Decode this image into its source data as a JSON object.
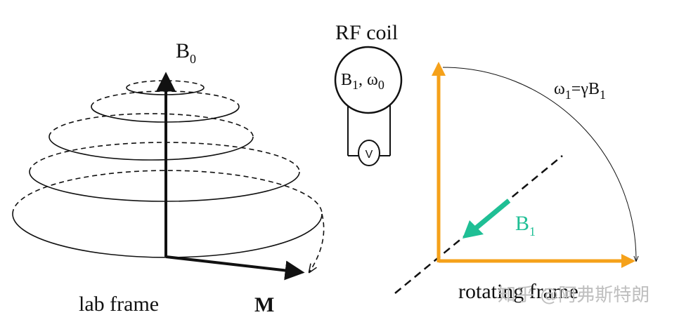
{
  "lab_frame": {
    "b0_label": "B",
    "b0_sub": "0",
    "m_label": "M",
    "caption": "lab frame"
  },
  "rf_coil": {
    "title": "RF coil",
    "field_label": "B",
    "field_sub": "1",
    "freq_label": ", ω",
    "freq_sub": "0",
    "meter_label": "V"
  },
  "rotating_frame": {
    "omega_label": "ω",
    "omega_sub": "1",
    "eq_label": "=γB",
    "eq_sub": "1",
    "b1_label": "B",
    "b1_sub": "1",
    "caption": "rotating frame"
  },
  "watermark": "知乎 @阿弗斯特朗",
  "colors": {
    "axis_orange": "#f5a11a",
    "b1_green": "#1fbf95",
    "ink": "#111111"
  }
}
